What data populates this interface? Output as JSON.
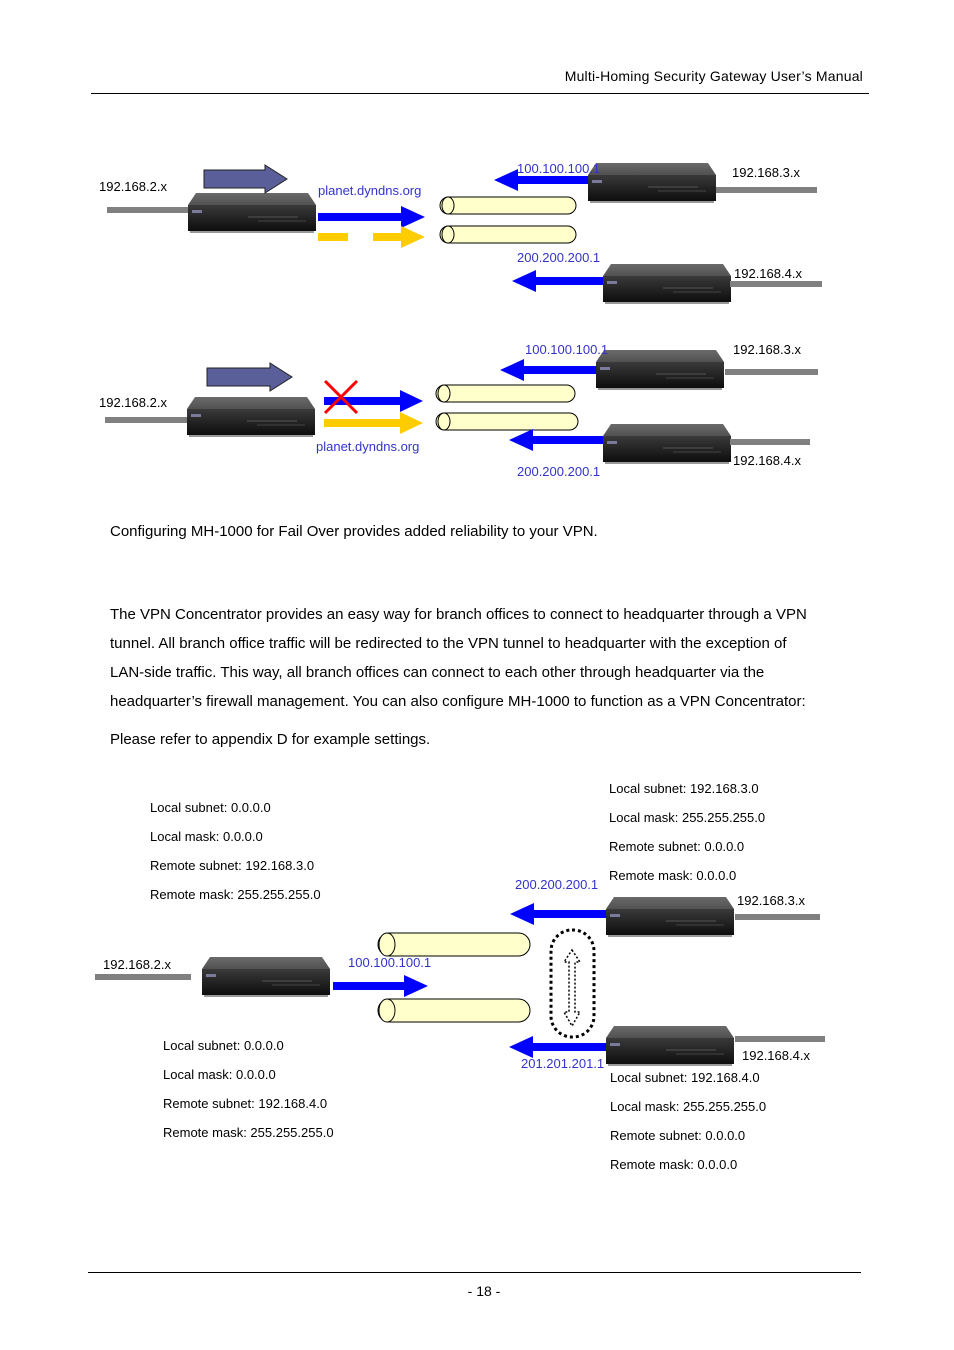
{
  "header": {
    "title": "Multi-Homing  Security  Gateway  User’s  Manual"
  },
  "footer": {
    "page_number": "- 18 -"
  },
  "diagram1": {
    "lan_left": "192.168.2.x",
    "dyndns": "planet.dyndns.org",
    "wan1_ip": "100.100.100.1",
    "wan2_ip": "200.200.200.1",
    "lan_r1": "192.168.3.x",
    "lan_r2": "192.168.4.x"
  },
  "diagram2": {
    "lan_left": "192.168.2.x",
    "dyndns": "planet.dyndns.org",
    "wan1_ip": "100.100.100.1",
    "wan2_ip": "200.200.200.1",
    "lan_r1": "192.168.3.x",
    "lan_r2": "192.168.4.x"
  },
  "para_failover": "Configuring MH-1000 for Fail Over provides added reliability to your VPN.",
  "para_concentrator": [
    "The VPN Concentrator provides an easy way for branch offices to connect to headquarter through a VPN",
    "tunnel. All branch office traffic will be redirected to the VPN tunnel to headquarter with the exception of",
    "LAN-side traffic. This way, all branch offices can connect to each other through headquarter via the",
    "headquarter’s firewall management. You can also configure MH-1000 to function as a VPN Concentrator:"
  ],
  "para_refer": "Please refer to appendix D for example settings.",
  "diagram3": {
    "hq_top": [
      "Local subnet: 0.0.0.0",
      "Local mask: 0.0.0.0",
      "Remote subnet: 192.168.3.0",
      "Remote mask: 255.255.255.0"
    ],
    "hq_bottom": [
      "Local subnet: 0.0.0.0",
      "Local mask: 0.0.0.0",
      "Remote subnet: 192.168.4.0",
      "Remote mask: 255.255.255.0"
    ],
    "branch1": [
      "Local subnet: 192.168.3.0",
      "Local mask: 255.255.255.0",
      "Remote subnet: 0.0.0.0",
      "Remote mask: 0.0.0.0"
    ],
    "branch2": [
      "Local subnet: 192.168.4.0",
      "Local mask: 255.255.255.0",
      "Remote subnet: 0.0.0.0",
      "Remote mask: 0.0.0.0"
    ],
    "lan_left": "192.168.2.x",
    "hq_ip": "100.100.100.1",
    "branch1_ip": "200.200.200.1",
    "branch2_ip": "201.201.201.1",
    "lan_r1": "192.168.3.x",
    "lan_r2": "192.168.4.x"
  },
  "colors": {
    "arrow_blue": "#0000ff",
    "arrow_yellow": "#ffcc00",
    "arrow_slate": "#5b5f99",
    "tunnel_fill": "#ffffcc",
    "label_blue": "#3333cc",
    "x_mark": "#ff0000",
    "router_body": "#2a2a2a",
    "lan_cable": "#808080"
  }
}
